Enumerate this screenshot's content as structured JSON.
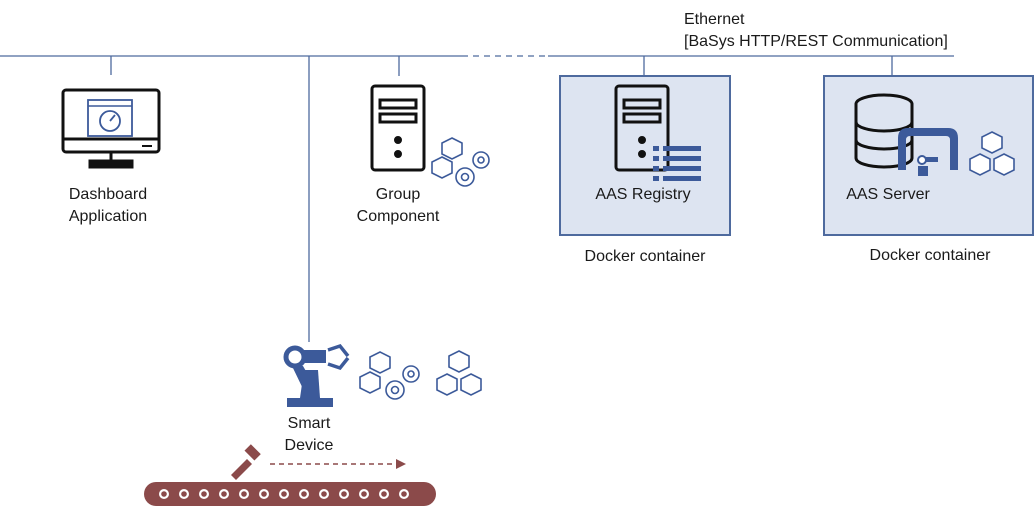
{
  "network": {
    "label_line1": "Ethernet",
    "label_line2": "[BaSys HTTP/REST Communication]"
  },
  "nodes": {
    "dashboard": {
      "line1": "Dashboard",
      "line2": "Application"
    },
    "group": {
      "line1": "Group",
      "line2": "Component"
    },
    "registry": {
      "label": "AAS Registry",
      "container": "Docker container"
    },
    "server": {
      "label": "AAS Server",
      "container": "Docker container"
    },
    "smart_device": {
      "line1": "Smart",
      "line2": "Device"
    }
  },
  "colors": {
    "line": "#4e6a9e",
    "icon_blue": "#3c5a9a",
    "container_fill": "#dde4f1",
    "conveyor": "#8b4a4a"
  }
}
